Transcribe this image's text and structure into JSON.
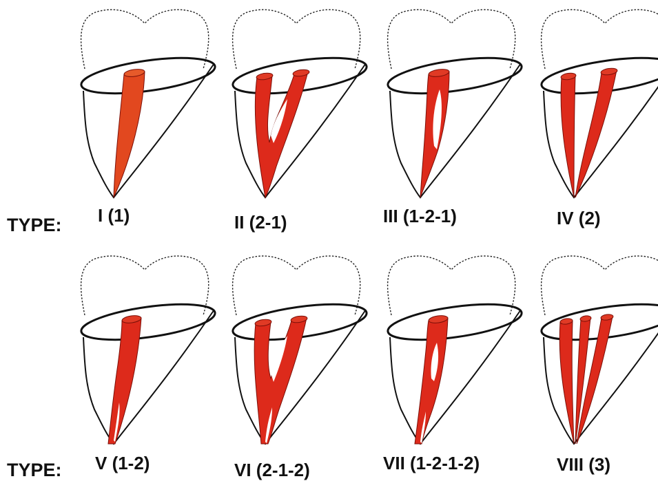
{
  "row_prefix": [
    "TYPE:",
    "TYPE:"
  ],
  "types": [
    {
      "label": "I (1)",
      "canals": "single"
    },
    {
      "label": "II (2-1)",
      "canals": "two merging into one"
    },
    {
      "label": "III (1-2-1)",
      "canals": "one splitting and rejoining"
    },
    {
      "label": "IV (2)",
      "canals": "two separate"
    },
    {
      "label": "V (1-2)",
      "canals": "one splitting into two"
    },
    {
      "label": "VI (2-1-2)",
      "canals": "two merging then splitting"
    },
    {
      "label": "VII (1-2-1-2)",
      "canals": "one, two, one, two"
    },
    {
      "label": "VIII (3)",
      "canals": "three separate"
    }
  ],
  "colors": {
    "outline": "#111111",
    "crown_outline": "#222222",
    "canal_fill": "#dd2a1b",
    "canal_fill_type1": "#e2481f",
    "canal_stroke": "#7a0f08",
    "background": "#ffffff"
  }
}
